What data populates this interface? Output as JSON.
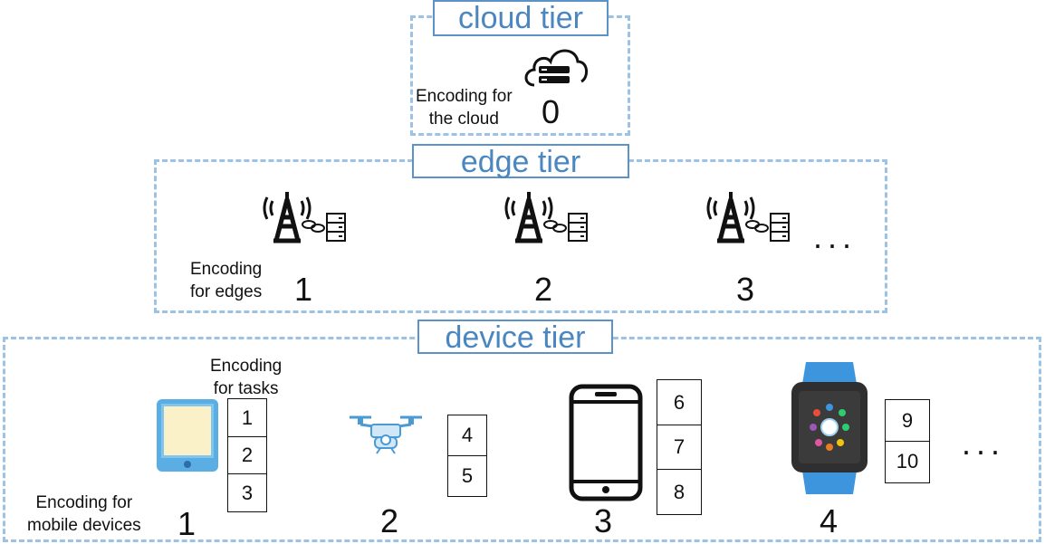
{
  "cloud_tier": {
    "title": "cloud tier",
    "encoding_label": [
      "Encoding for",
      "the cloud"
    ],
    "node_number": "0",
    "icon": "cloud-server-icon"
  },
  "edge_tier": {
    "title": "edge tier",
    "encoding_label": [
      "Encoding",
      "for edges"
    ],
    "nodes": [
      {
        "number": "1",
        "icon": "tower-link-server-icon"
      },
      {
        "number": "2",
        "icon": "tower-link-server-icon"
      },
      {
        "number": "3",
        "icon": "tower-link-server-icon"
      }
    ],
    "ellipsis": "..."
  },
  "device_tier": {
    "title": "device tier",
    "encoding_label": [
      "Encoding for",
      "mobile devices"
    ],
    "tasks_label": [
      "Encoding",
      "for tasks"
    ],
    "devices": [
      {
        "number": "1",
        "icon": "tablet-icon",
        "tasks": [
          "1",
          "2",
          "3"
        ]
      },
      {
        "number": "2",
        "icon": "drone-icon",
        "tasks": [
          "4",
          "5"
        ]
      },
      {
        "number": "3",
        "icon": "smartphone-icon",
        "tasks": [
          "6",
          "7",
          "8"
        ]
      },
      {
        "number": "4",
        "icon": "smartwatch-icon",
        "tasks": [
          "9",
          "10"
        ]
      }
    ],
    "ellipsis": "..."
  },
  "colors": {
    "dashed_border": "#9cc3e4",
    "title_text": "#4a86c0",
    "title_border": "#5b93c9",
    "tablet_blue": "#5aaee3",
    "watch_band": "#3d96dd"
  }
}
